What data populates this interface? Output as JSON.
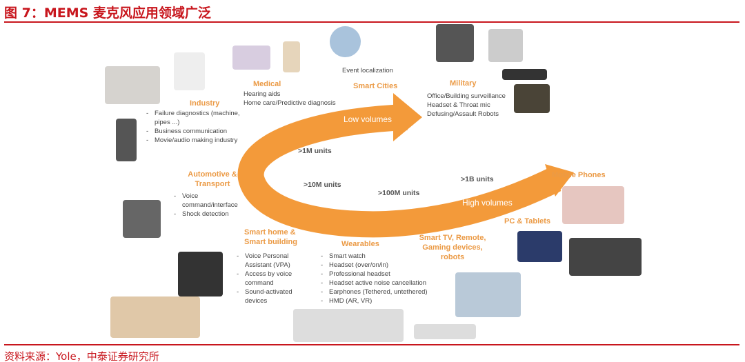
{
  "title": "图 7：MEMS 麦克风应用领域广泛",
  "source": "资料来源：Yole，中泰证券研究所",
  "colors": {
    "accent": "#c8161d",
    "arrow": "#f39a3a",
    "heading": "#eb9a45"
  },
  "arrow": {
    "low": "Low volumes",
    "high": "High volumes"
  },
  "units": [
    ">1M units",
    ">10M units",
    ">100M units",
    ">1B units"
  ],
  "industry": {
    "title": "Industry",
    "items": [
      "Failure diagnostics (machine, pipes ...)",
      "Business communication",
      "Movie/audio making industry"
    ]
  },
  "medical": {
    "title": "Medical",
    "items": [
      "Hearing aids",
      "Home care/Predictive diagnosis"
    ]
  },
  "smart_cities": {
    "title": "Smart Cities",
    "items": [
      "Event localization"
    ]
  },
  "military": {
    "title": "Military",
    "items": [
      "Office/Building surveillance",
      "Headset & Throat mic",
      "Defusing/Assault Robots"
    ]
  },
  "automotive": {
    "title": "Automotive & Transport",
    "items": [
      "Voice command/interface",
      "Shock detection"
    ]
  },
  "mobile": {
    "title": "Mobile Phones"
  },
  "pc": {
    "title": "PC & Tablets"
  },
  "smart_home": {
    "title": "Smart home & Smart building",
    "items": [
      "Voice Personal Assistant (VPA)",
      "Access by voice command",
      "Sound-activated devices"
    ]
  },
  "wearables": {
    "title": "Wearables",
    "items": [
      "Smart watch",
      "Headset (over/on/in)",
      "Professional headset",
      "Headset active noise cancellation",
      "Earphones (Tethered, untethered)",
      "HMD (AR, VR)"
    ]
  },
  "smart_tv": {
    "title": "Smart TV, Remote, Gaming devices, robots"
  }
}
